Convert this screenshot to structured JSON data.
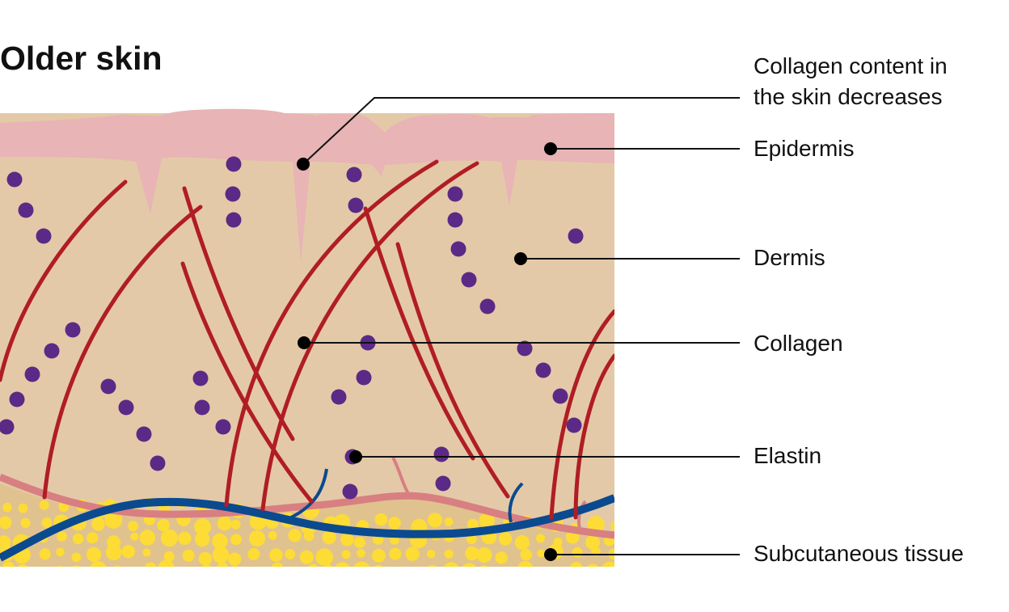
{
  "title": "Older skin",
  "labels": {
    "collagen_content": [
      "Collagen content in",
      "the skin decreases"
    ],
    "epidermis": "Epidermis",
    "dermis": "Dermis",
    "collagen": "Collagen",
    "elastin": "Elastin",
    "subcutaneous": "Subcutaneous tissue"
  },
  "colors": {
    "epidermis": "#e8b4b5",
    "dermis": "#e4c9a8",
    "fat_bg": "#e0c28f",
    "fat_cells": "#fddc35",
    "collagen": "#b01d23",
    "elastin_dots": "#5b2a86",
    "vein": "#0b4a8f",
    "artery": "#d87f82"
  }
}
